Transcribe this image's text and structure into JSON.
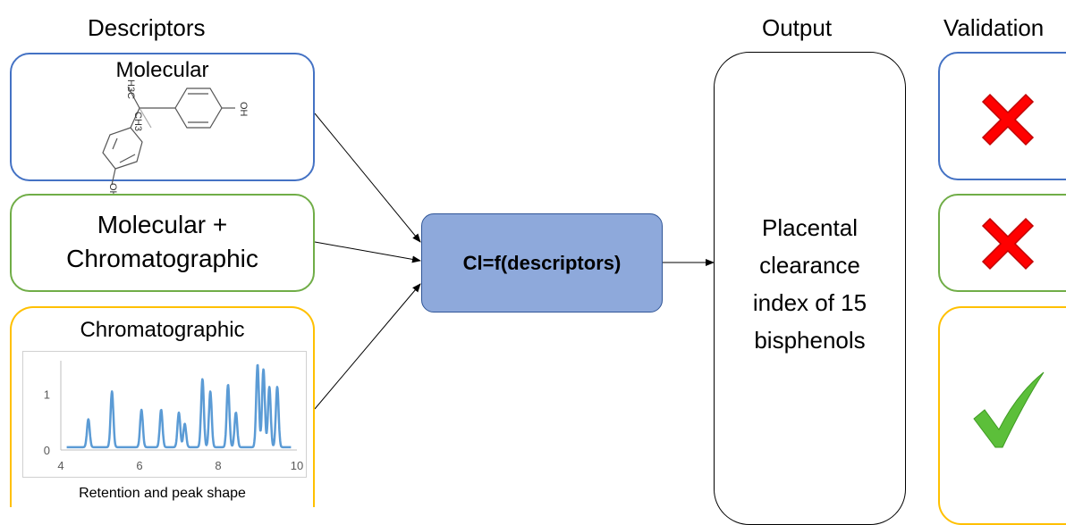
{
  "headers": {
    "descriptors": "Descriptors",
    "output": "Output",
    "validation": "Validation"
  },
  "inputs": [
    {
      "label": "Molecular",
      "structure_labels": {
        "h3c": "H3C",
        "ch3": "CH3",
        "oh_right": "OH",
        "oh_bottom": "OH"
      },
      "border_color": "#4472C4"
    },
    {
      "label_line1": "Molecular +",
      "label_line2": "Chromatographic",
      "border_color": "#70AD47"
    },
    {
      "label": "Chromatographic",
      "caption": "Retention and peak shape",
      "border_color": "#FFC000"
    }
  ],
  "model": {
    "label": "Cl=f(descriptors)",
    "fill": "#8EA9DB",
    "border": "#2F5597"
  },
  "output": {
    "lines": [
      "Placental",
      "clearance",
      "index of 15",
      "bisphenols"
    ]
  },
  "validation": [
    {
      "result": "fail",
      "icon": "cross-icon",
      "border_color": "#4472C4"
    },
    {
      "result": "fail",
      "icon": "cross-icon",
      "border_color": "#70AD47"
    },
    {
      "result": "pass",
      "icon": "check-icon",
      "border_color": "#FFC000"
    }
  ],
  "chart_data": {
    "type": "line",
    "xlim": [
      4,
      10
    ],
    "ylim": [
      0,
      1.6
    ],
    "xticks": [
      4,
      6,
      8,
      10
    ],
    "yticks": [
      0,
      1
    ],
    "line_color": "#5B9BD5",
    "peaks": [
      {
        "x": 4.7,
        "y": 0.5
      },
      {
        "x": 5.3,
        "y": 1.0
      },
      {
        "x": 6.05,
        "y": 0.67
      },
      {
        "x": 6.55,
        "y": 0.67
      },
      {
        "x": 7.0,
        "y": 0.62
      },
      {
        "x": 7.15,
        "y": 0.42
      },
      {
        "x": 7.6,
        "y": 1.22
      },
      {
        "x": 7.8,
        "y": 1.0
      },
      {
        "x": 8.25,
        "y": 1.12
      },
      {
        "x": 8.45,
        "y": 0.62
      },
      {
        "x": 9.0,
        "y": 1.48
      },
      {
        "x": 9.15,
        "y": 1.4
      },
      {
        "x": 9.3,
        "y": 1.08
      },
      {
        "x": 9.5,
        "y": 1.08
      }
    ],
    "baseline": 0.05
  }
}
